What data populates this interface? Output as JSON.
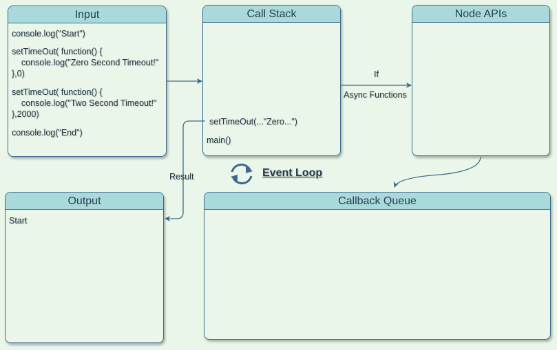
{
  "input": {
    "title": "Input",
    "lines": [
      "console.log(\"Start\")",
      "setTimeOut( function() {",
      "    console.log(\"Zero Second Timeout!\"",
      "},0)",
      "setTimeOut( function() {",
      "    console.log(\"Two Second Timeout!\"",
      "},2000)",
      "console.log(\"End\")"
    ]
  },
  "call_stack": {
    "title": "Call Stack",
    "frames": [
      "setTimeOut(...\"Zero...\")",
      "main()"
    ]
  },
  "node_apis": {
    "title": "Node APIs"
  },
  "callback_queue": {
    "title": "Callback Queue"
  },
  "output": {
    "title": "Output",
    "lines": [
      "Start"
    ]
  },
  "connectors": {
    "if_label": "If",
    "async_label": "Async Functions",
    "result_label": "Result"
  },
  "event_loop": {
    "title": "Event Loop",
    "icon": "refresh-cycle-icon"
  },
  "colors": {
    "background": "#eaf6e9",
    "header": "#a9d9da",
    "border": "#3d6b8c",
    "text": "#1f3344"
  }
}
